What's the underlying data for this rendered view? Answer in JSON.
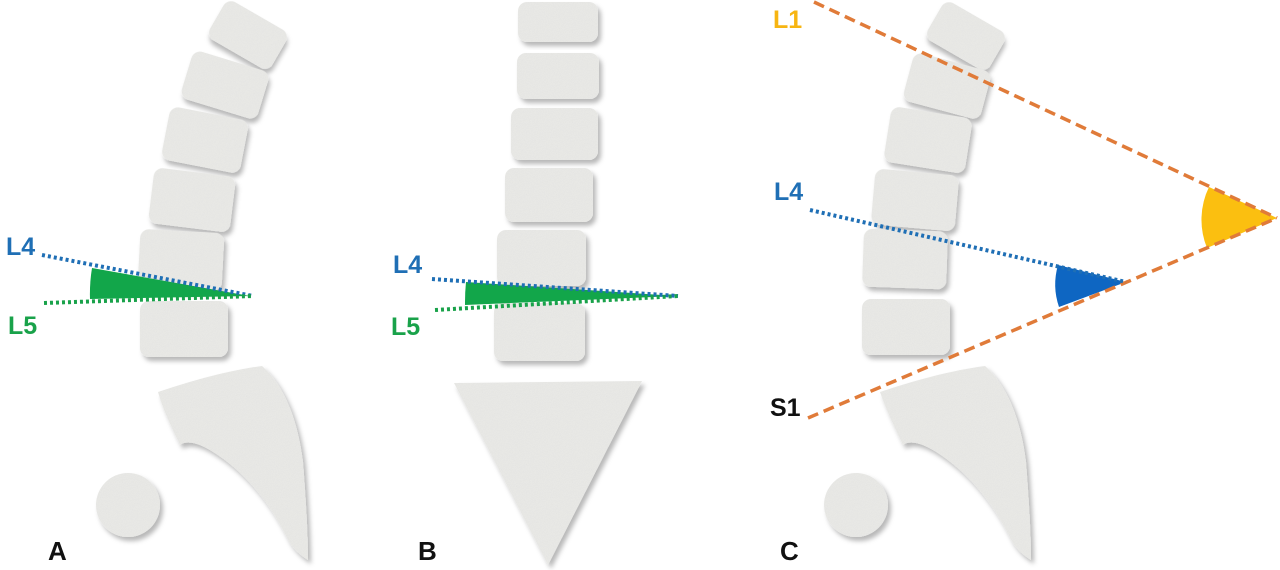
{
  "colors": {
    "l4": "#1F6FB5",
    "l5": "#19A24A",
    "l1": "#F7B512",
    "reference_line": "#E07B39",
    "s1": "#111111",
    "bone": "#E9E9E6",
    "angle_green": "#12A64A",
    "angle_blue": "#0E66C2",
    "angle_yellow": "#FBBF10"
  },
  "panels": [
    {
      "id": "A",
      "label": "A",
      "line_labels": {
        "top": "L4",
        "bottom": "L5"
      }
    },
    {
      "id": "B",
      "label": "B",
      "line_labels": {
        "top": "L4",
        "bottom": "L5"
      }
    },
    {
      "id": "C",
      "label": "C",
      "line_labels": {
        "upper": "L1",
        "middle": "L4",
        "lower": "S1"
      }
    }
  ]
}
